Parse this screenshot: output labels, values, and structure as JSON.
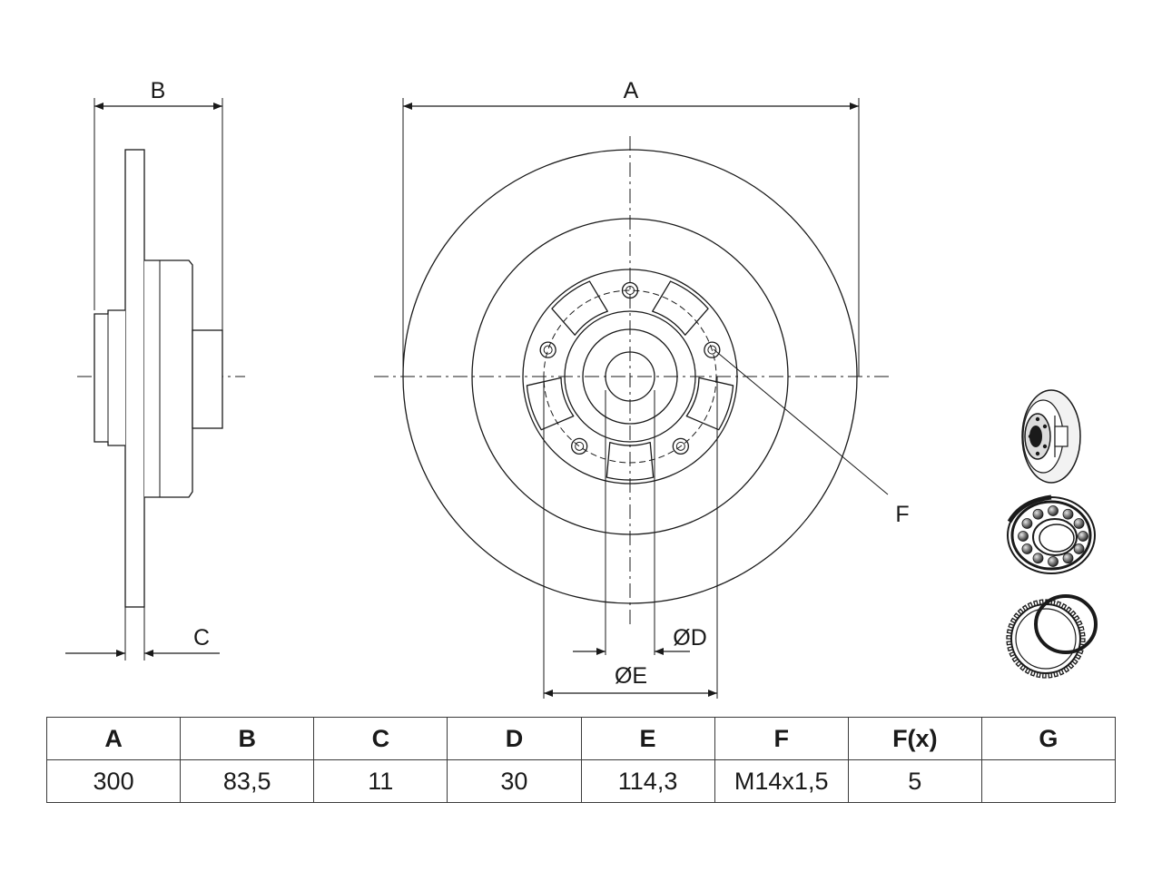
{
  "drawing": {
    "dimension_labels": {
      "a": "A",
      "b": "B",
      "c": "C",
      "d": "ØD",
      "e": "ØE",
      "f": "F"
    },
    "icons": [
      "brake-disc-icon",
      "wheel-bearing-icon",
      "abs-ring-and-seal-icon"
    ],
    "line_color": "#1a1a1a"
  },
  "spec_table": {
    "headers": [
      "A",
      "B",
      "C",
      "D",
      "E",
      "F",
      "F(x)",
      "G"
    ],
    "values": [
      "300",
      "83,5",
      "11",
      "30",
      "114,3",
      "M14x1,5",
      "5",
      ""
    ]
  }
}
